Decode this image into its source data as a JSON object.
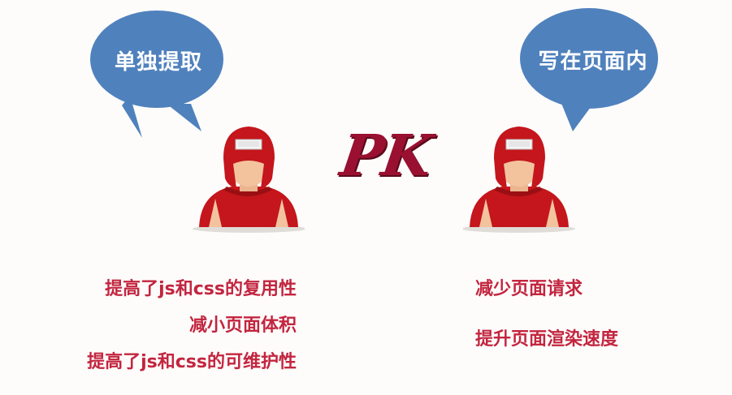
{
  "left": {
    "bubble_label": "单独提取",
    "points": [
      "提高了js和css的复用性",
      "减小页面体积",
      "提高了js和css的可维护性"
    ]
  },
  "right": {
    "bubble_label": "写在页面内",
    "points": [
      "减少页面请求",
      "提升页面渲染速度"
    ]
  },
  "center": {
    "pk_label": "PK"
  },
  "colors": {
    "bubble": "#4f81bd",
    "text_accent": "#c3253f",
    "pk": "#9a1030",
    "boxer_red": "#c4161c"
  }
}
